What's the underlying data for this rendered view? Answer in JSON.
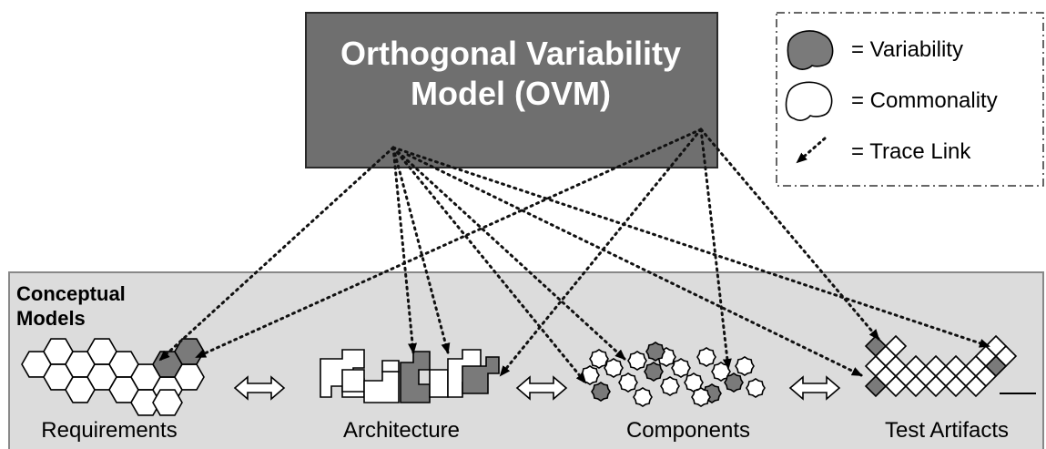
{
  "ovm_box": {
    "title_line1": "Orthogonal Variability",
    "title_line2": "Model (OVM)",
    "fill_color": "#6f6f6f"
  },
  "legend": {
    "items": [
      {
        "icon": "variability-blob-icon",
        "label": "= Variability"
      },
      {
        "icon": "commonality-blob-icon",
        "label": "= Commonality"
      },
      {
        "icon": "trace-link-arrow-icon",
        "label": "= Trace Link"
      }
    ]
  },
  "conceptual_models": {
    "title_line1": "Conceptual",
    "title_line2": "Models",
    "panel_color": "#dcdcdc",
    "models": [
      {
        "label": "Requirements"
      },
      {
        "label": "Architecture"
      },
      {
        "label": "Components"
      },
      {
        "label": "Test Artifacts"
      }
    ]
  },
  "colors": {
    "variability": "#7a7a7a",
    "commonality": "#ffffff"
  }
}
